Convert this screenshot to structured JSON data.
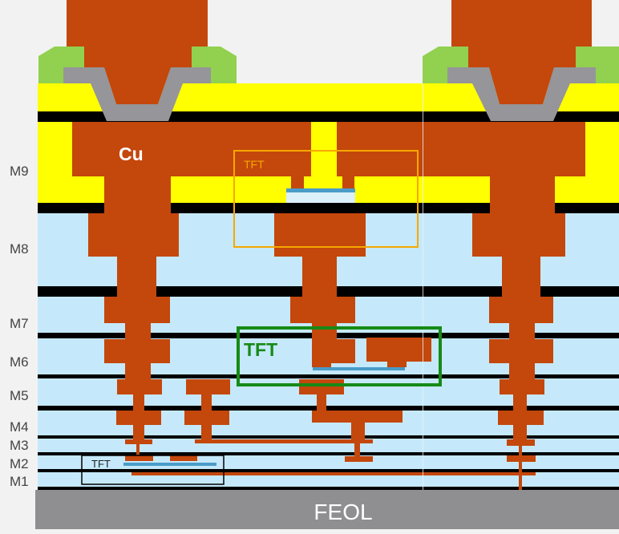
{
  "layer_labels": [
    "M9",
    "M8",
    "M7",
    "M6",
    "M5",
    "M4",
    "M3",
    "M2",
    "M1"
  ],
  "material_label": "Cu",
  "substrate_label": "FEOL",
  "tft_labels": {
    "m9_box": "TFT",
    "m6_box": "TFT",
    "m2_box": "TFT"
  },
  "colors": {
    "copper": "#c4470c",
    "passivation_yellow": "#ffff00",
    "etch_stop_black": "#000000",
    "dielectric_light_blue": "#c5e9fb",
    "pad_green": "#92d050",
    "barrier_gray": "#95959a",
    "feol_gray": "#8f8f91",
    "tft_channel_blue": "#4a9cc8",
    "tft_box_orange": "#f5a800",
    "tft_box_green": "#168a16",
    "tft_box_black": "#000000"
  }
}
